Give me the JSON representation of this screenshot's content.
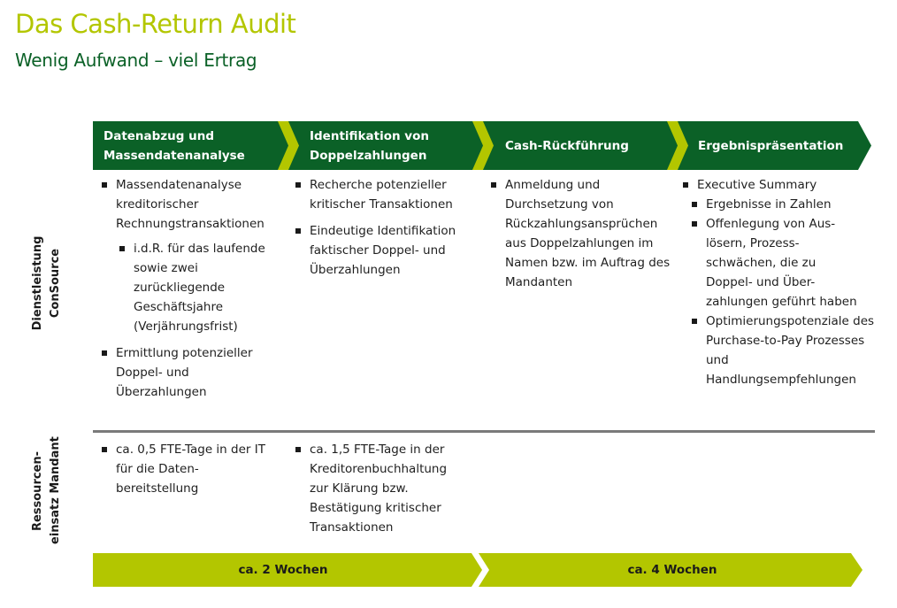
{
  "header": {
    "title": "Das Cash-Return Audit",
    "subtitle": "Wenig Aufwand – viel Ertrag"
  },
  "colors": {
    "title": "#b3c600",
    "subtitle": "#0b6127",
    "phase_fill": "#0b6127",
    "accent_lime": "#b3c600",
    "divider": "#7a7a7a"
  },
  "phases": [
    {
      "label": "Datenabzug und Massendatenanalyse"
    },
    {
      "label": "Identifikation von Doppelzahlungen"
    },
    {
      "label": "Cash-Rückführung"
    },
    {
      "label": "Ergebnispräsentation"
    }
  ],
  "rows": {
    "service": {
      "label_line1": "Dienstleistung",
      "label_line2": "ConSource"
    },
    "resources": {
      "label_line1": "Ressourcen-",
      "label_line2": "einsatz Mandant"
    }
  },
  "service": {
    "col1": [
      "Massendatenanalyse kreditorischer Rechnungstransaktionen",
      "i.d.R. für das laufende sowie zwei zurückliegende Geschäftsjahre (Verjährungsfrist)",
      "Ermittlung potenzieller Doppel- und Überzahlungen"
    ],
    "col2": [
      "Recherche potenzieller kritischer Transaktionen",
      "Eindeutige Identifikation faktischer Doppel- und Überzahlungen"
    ],
    "col3": [
      "Anmeldung und Durchsetzung von Rückzahlungsansprüchen aus Doppelzahlungen im Namen bzw. im Auftrag des Mandanten"
    ],
    "col4": [
      "Executive Summary",
      "Ergebnisse in Zahlen",
      "Offenlegung von Aus-lösern, Prozess-schwächen, die zu Doppel- und Über-zahlungen geführt haben",
      "Optimierungspotenziale des Purchase-to-Pay Prozesses und Handlungsempfehlungen"
    ]
  },
  "resources": {
    "col1": [
      "ca. 0,5 FTE-Tage in der IT für die Daten-bereitstellung"
    ],
    "col2": [
      "ca. 1,5 FTE-Tage in der Kreditorenbuchhaltung zur Klärung bzw. Bestätigung kritischer Transaktionen"
    ]
  },
  "durations": [
    {
      "label": "ca. 2 Wochen",
      "weeks": 2
    },
    {
      "label": "ca. 4 Wochen",
      "weeks": 4
    }
  ]
}
